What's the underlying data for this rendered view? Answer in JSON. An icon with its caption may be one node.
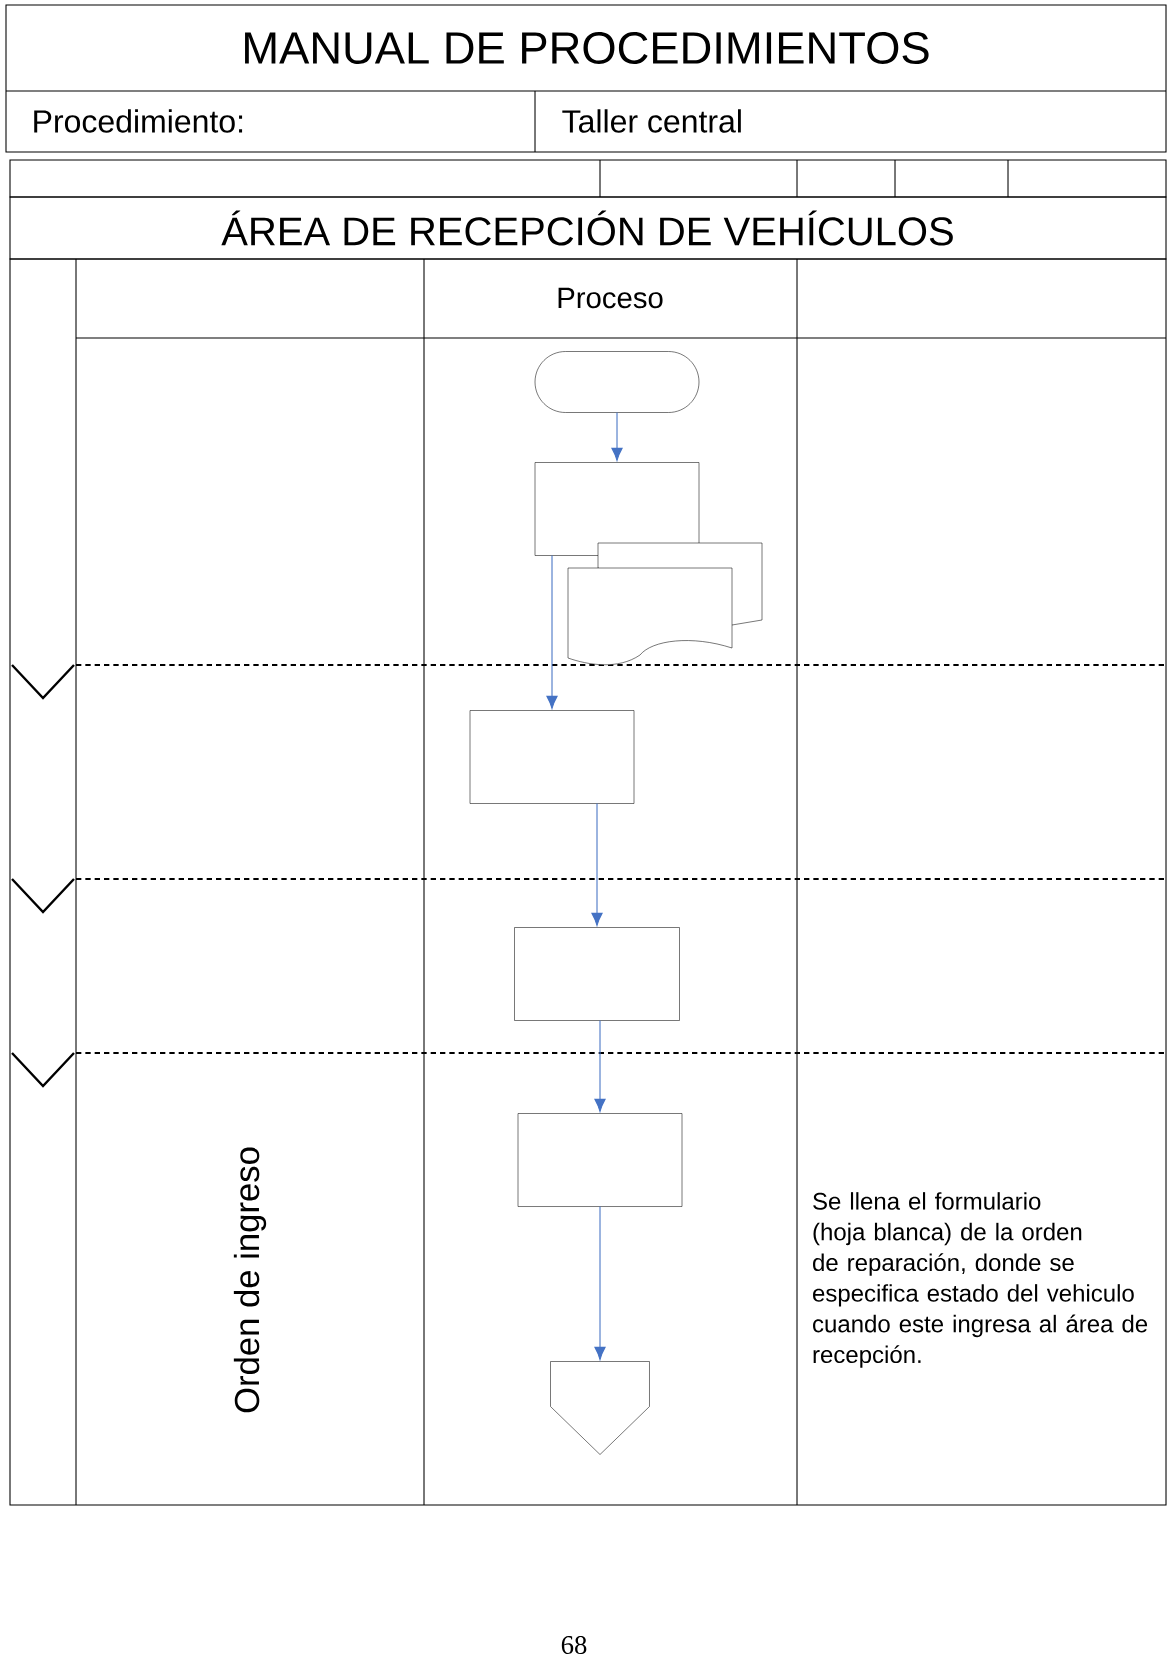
{
  "diagram": {
    "title": "MANUAL DE PROCEDIMIENTOS",
    "nodes": [
      {
        "text": [],
        "shape": "oval"
      },
      {
        "text": [],
        "shape": "box"
      },
      {
        "text": [],
        "shape": "document"
      },
      {
        "text": [],
        "shape": "box"
      },
      {
        "text": [],
        "shape": "box"
      },
      {
        "text": [],
        "shape": "box"
      },
      {
        "text": [],
        "shape": "pentagon"
      }
    ],
    "edges": [
      {
        "from": 0,
        "to": 1,
        "arrow": "to"
      },
      {
        "from": 1,
        "to": 3,
        "arrow": "to"
      },
      {
        "from": 3,
        "to": 4,
        "arrow": "to"
      },
      {
        "from": 4,
        "to": 5,
        "arrow": "to"
      },
      {
        "from": 5,
        "to": 6,
        "arrow": "to"
      }
    ],
    "labels": [
      "Procedimiento:",
      "Taller central",
      "ÁREA DE RECEPCIÓN DE VEHÍCULOS",
      "Proceso",
      "Orden de ingreso",
      "Se llena el formulario (hoja blanca) de la orden de reparación, donde se especifica estado del vehiculo cuando este ingresa al área de recepción.",
      "68"
    ]
  }
}
